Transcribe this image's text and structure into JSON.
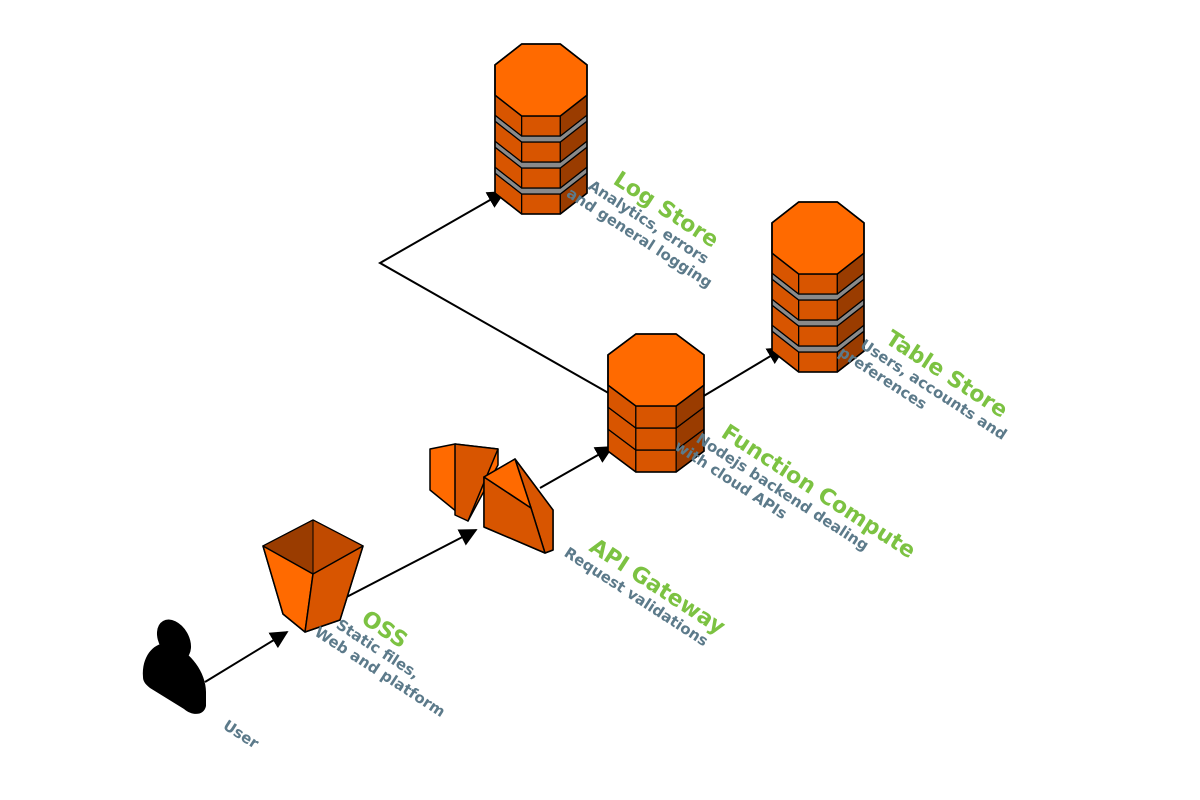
{
  "colors": {
    "accent": "#ff6a00",
    "accent_dark": "#d85500",
    "accent_shadow": "#9a3c00",
    "band": "#8a8a8a",
    "title": "#7cc242",
    "description": "#5c7a8a",
    "connector": "#000000"
  },
  "nodes": {
    "user": {
      "icon": "user-icon",
      "title": "",
      "lines": [
        "User"
      ]
    },
    "oss": {
      "icon": "bucket-icon",
      "title": "OSS",
      "lines": [
        "Static files,",
        "Web and platform"
      ]
    },
    "api_gateway": {
      "icon": "gateway-icon",
      "title": "API Gateway",
      "lines": [
        "Request validations"
      ]
    },
    "function_compute": {
      "icon": "database-icon",
      "title": "Function Compute",
      "lines": [
        "Nodejs backend dealing",
        "with cloud APIs"
      ]
    },
    "log_store": {
      "icon": "database-icon",
      "title": "Log Store",
      "lines": [
        "Analytics, errors",
        "and general logging"
      ]
    },
    "table_store": {
      "icon": "database-icon",
      "title": "Table Store",
      "lines": [
        "Users, accounts and",
        "preferences"
      ]
    }
  },
  "connections": [
    {
      "from": "User",
      "to": "OSS"
    },
    {
      "from": "OSS",
      "to": "API Gateway"
    },
    {
      "from": "API Gateway",
      "to": "Function Compute"
    },
    {
      "from": "Function Compute",
      "to": "Table Store"
    },
    {
      "from": "Function Compute",
      "to": "Log Store"
    }
  ]
}
